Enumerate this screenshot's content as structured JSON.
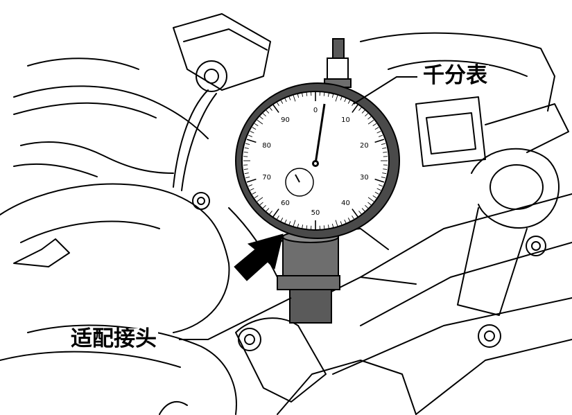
{
  "labels": {
    "dial_gauge": "千分表",
    "adapter": "适配接头"
  },
  "dial": {
    "scale_numbers": [
      "0",
      "10",
      "20",
      "30",
      "40",
      "50",
      "60",
      "70",
      "80",
      "90"
    ]
  },
  "colors": {
    "line": "#000000",
    "background": "#ffffff",
    "bezel": "#4a4a4a",
    "gauge_body": "#6e6e6e"
  }
}
